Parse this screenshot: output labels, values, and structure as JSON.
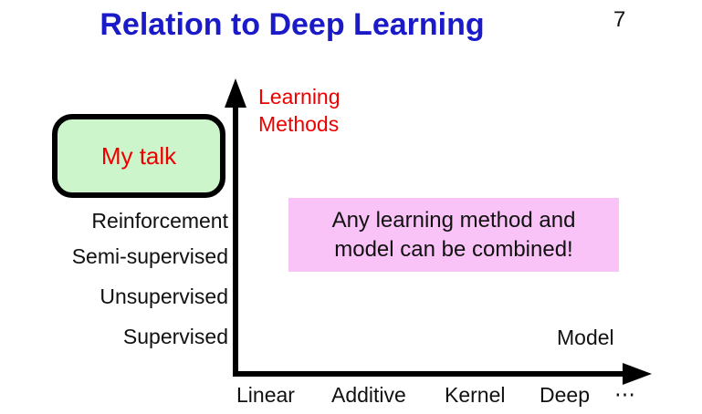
{
  "slide": {
    "title": "Relation to Deep Learning",
    "number": "7",
    "title_color": "#1a1ac8",
    "background": "#ffffff"
  },
  "my_talk": {
    "label": "My talk",
    "fill_color": "#ccf5cc",
    "border_color": "#000000",
    "text_color": "#ee0000"
  },
  "callout": {
    "text": "Any learning method and\nmodel can be combined!",
    "fill_color": "#f9c3f7",
    "text_color": "#111111"
  },
  "chart_data": {
    "type": "scatter",
    "title": "Relation to Deep Learning",
    "ylabel": "Learning\nMethods",
    "xlabel": "Model",
    "ylabel_color": "#ee0000",
    "xlabel_color": "#111111",
    "grid": false,
    "legend": "none",
    "y_categories": [
      "Reinforcement",
      "Semi-supervised",
      "Unsupervised",
      "Supervised"
    ],
    "x_categories": [
      "Linear",
      "Additive",
      "Kernel",
      "Deep",
      "⋯"
    ],
    "axis_style": {
      "color": "#000000",
      "arrow_heads": [
        "y-top",
        "x-right"
      ],
      "line_width": 6
    },
    "annotations": [
      {
        "name": "my-talk-box",
        "text": "My talk",
        "shape": "rounded-rect",
        "fill": "#ccf5cc",
        "text_color": "#ee0000"
      },
      {
        "name": "combination-callout",
        "text": "Any learning method and model can be combined!",
        "shape": "rect",
        "fill": "#f9c3f7",
        "text_color": "#111111"
      }
    ]
  }
}
